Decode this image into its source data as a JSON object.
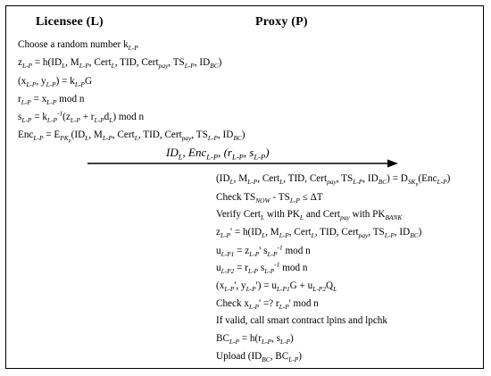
{
  "headers": {
    "licensee": "Licensee (L)",
    "proxy": "Proxy (P)"
  },
  "licensee_steps": [
    "Choose a random number k_{L-P}",
    "z_{L-P} = h(ID_L, M_{L-P}, Cert_L, TID, Cert_{pay}, TS_{L-P}, ID_{BC})",
    "(x_{L-P}, y_{L-P}) = k_{L-P}G",
    "r_{L-P} = x_{L-P} mod n",
    "s_{L-P} = k_{L-P}^{-1}(z_{L-P} + r_{L-P}d_L) mod n",
    "Enc_{L-P} = E_{PK_P}(ID_L, M_{L-P}, Cert_L, TID, Cert_{pay}, TS_{L-P}, ID_{BC})"
  ],
  "message": "ID_L, Enc_{L-P}, (r_{L-P}, s_{L-P})",
  "proxy_steps": [
    "(ID_L, M_{L-P}, Cert_L, TID, Cert_{pay}, TS_{L-P}, ID_{BC}) = D_{SK_P}(Enc_{L-P})",
    "Check TS_{NOW} - TS_{L-P} ≤ ΔT",
    "Verify Cert_L with PK_L and Cert_{pay} with PK_{BANK}",
    "z_{L-P}' = h(ID_L, M_{L-P}, Cert_L, TID, Cert_{pay}, TS_{L-P}, ID_{BC})",
    "u_{L-P1} = z_{L-P}' s_{L-P}^{-1} mod n",
    "u_{L-P2} = r_{L-P} s_{L-P}^{-1} mod n",
    "(x_{L-P}', y_{L-P}') = u_{L-P1}G + u_{L-P2}Q_L",
    "Check x_{L-P}' =? r_{L-P}' mod n",
    "If valid, call smart contract lpins and lpchk",
    "BC_{L-P} = h(r_{L-P}, s_{L-P})",
    "Upload (ID_{BC}, BC_{L-P})"
  ]
}
